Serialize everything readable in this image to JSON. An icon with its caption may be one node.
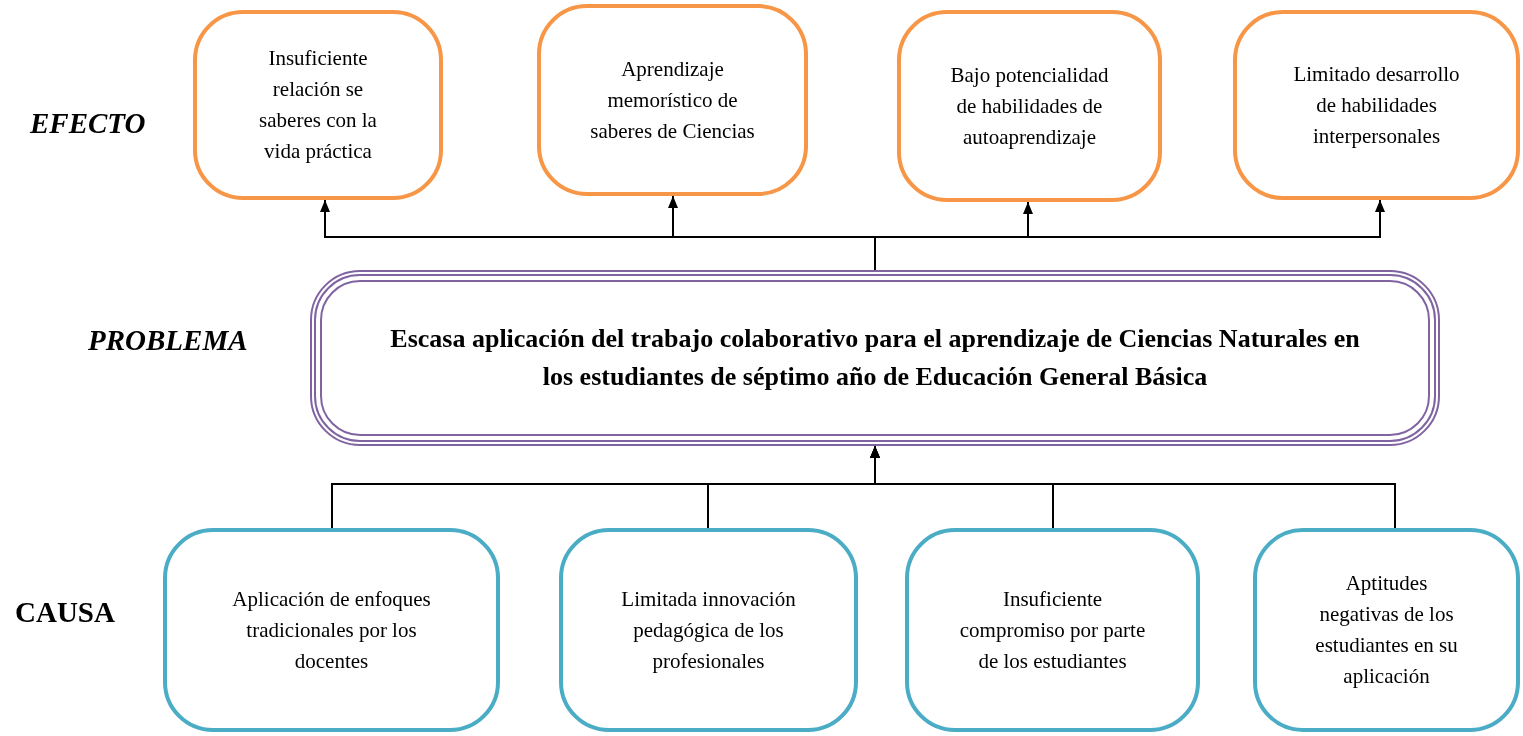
{
  "diagram": {
    "nodes": [
      {
        "text": [
          "Insuficiente relación se saberes con la vida práctica"
        ]
      },
      {
        "text": [
          "Aprendizaje memorístico de saberes de Ciencias"
        ]
      },
      {
        "text": [
          "Bajo potencialidad de habilidades de autoaprendizaje"
        ]
      },
      {
        "text": [
          "Limitado desarrollo de habilidades interpersonales"
        ]
      },
      {
        "text": [
          "Escasa aplicación del trabajo colaborativo para el aprendizaje de Ciencias Naturales en los estudiantes de séptimo año de Educación General Básica"
        ]
      },
      {
        "text": [
          "Aplicación de enfoques tradicionales por los docentes"
        ]
      },
      {
        "text": [
          "Limitada innovación pedagógica de los profesionales"
        ]
      },
      {
        "text": [
          "Insuficiente compromiso por parte de los estudiantes"
        ]
      },
      {
        "text": [
          "Aptitudes negativas de los estudiantes en su aplicación"
        ]
      }
    ],
    "edges": [
      {
        "from": 4,
        "to": 0,
        "arrow": "to"
      },
      {
        "from": 4,
        "to": 1,
        "arrow": "to"
      },
      {
        "from": 4,
        "to": 2,
        "arrow": "to"
      },
      {
        "from": 4,
        "to": 3,
        "arrow": "to"
      },
      {
        "from": 5,
        "to": 4,
        "arrow": "to"
      },
      {
        "from": 6,
        "to": 4,
        "arrow": "to"
      },
      {
        "from": 7,
        "to": 4,
        "arrow": "to"
      },
      {
        "from": 8,
        "to": 4,
        "arrow": "to"
      }
    ],
    "labels": [
      "EFECTO",
      "PROBLEMA",
      "CAUSA"
    ]
  }
}
